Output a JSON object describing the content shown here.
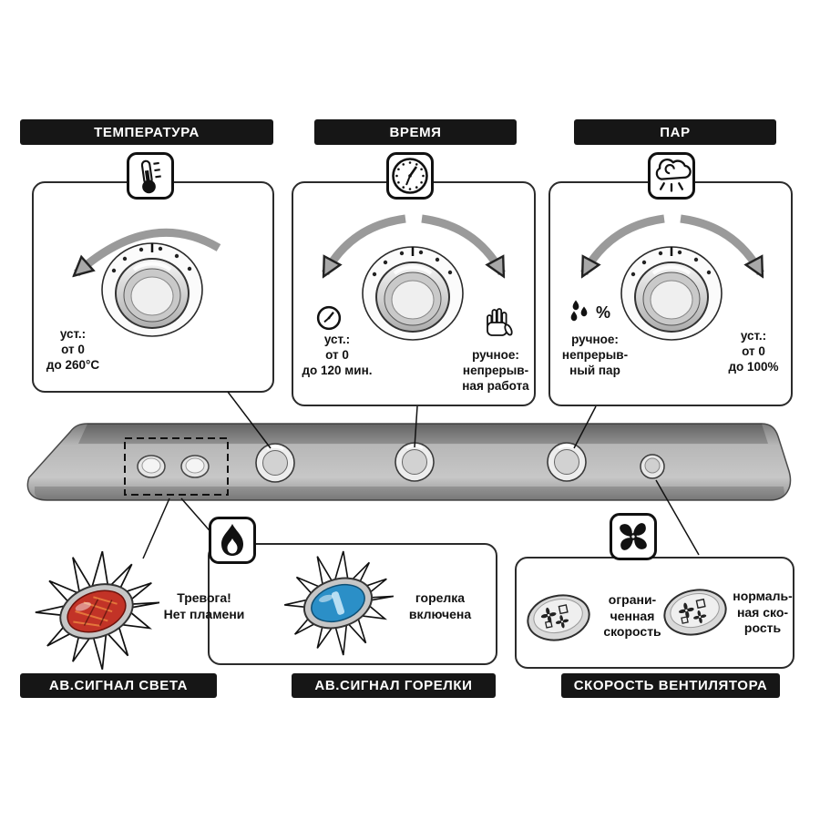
{
  "headers": {
    "temperature": "ТЕМПЕРАТУРА",
    "time": "ВРЕМЯ",
    "steam": "ПАР"
  },
  "temperature_panel": {
    "set_text": "уст.:\nот 0\nдо 260°C"
  },
  "time_panel": {
    "set_text": "уст.:\nот 0\nдо 120 мин.",
    "manual_text": "ручное:\nнепрерыв-\nная работа"
  },
  "steam_panel": {
    "manual_percent": "%",
    "manual_text": "ручное:\nнепрерыв-\nный пар",
    "set_text": "уст.:\nот 0\nдо 100%"
  },
  "flame_alarm": {
    "text": "Тревога!\nНет пламени",
    "label": "АВ.СИГНАЛ СВЕТА"
  },
  "burner_signal": {
    "text": "горелка\nвключена",
    "label": "АВ.СИГНАЛ ГОРЕЛКИ"
  },
  "fan_speed": {
    "limited_text": "ограни-\nченная\nскорость",
    "normal_text": "нормаль-\nная ско-\nрость",
    "label": "СКОРОСТЬ ВЕНТИЛЯТОРА"
  },
  "colors": {
    "label_bg": "#161616",
    "alarm_lamp_color": "#c23327",
    "burner_lamp_color": "#2b8fc7",
    "panel_strip": "#b5b5b5"
  }
}
